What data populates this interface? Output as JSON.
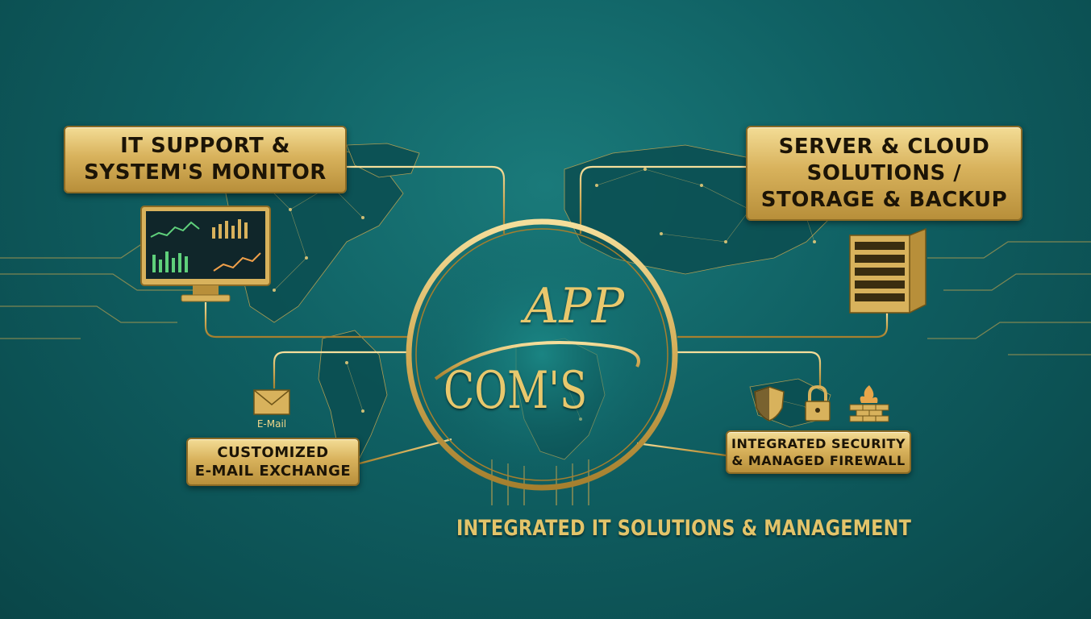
{
  "panels": {
    "it_support": {
      "line1": "IT SUPPORT &",
      "line2": "SYSTEM'S MONITOR"
    },
    "server": {
      "line1": "SERVER & CLOUD",
      "line2": "SOLUTIONS /",
      "line3": "STORAGE & BACKUP"
    },
    "email": {
      "icon_label": "E-Mail",
      "line1": "CUSTOMIZED",
      "line2": "E-MAIL EXCHANGE"
    },
    "security": {
      "line1": "INTEGRATED SECURITY",
      "line2": "& MANAGED FIREWALL"
    }
  },
  "logo": {
    "top": "APP",
    "bottom": "COM'S"
  },
  "tagline": "INTEGRATED IT SOLUTIONS & MANAGEMENT",
  "colors": {
    "teal": "#0f5f62",
    "gold": "#d8b25c",
    "gold_light": "#f3dc95",
    "text_dark": "#1c1406"
  },
  "icons": [
    "monitor-icon",
    "server-rack-icon",
    "envelope-icon",
    "shield-icon",
    "padlock-icon",
    "firewall-icon"
  ]
}
